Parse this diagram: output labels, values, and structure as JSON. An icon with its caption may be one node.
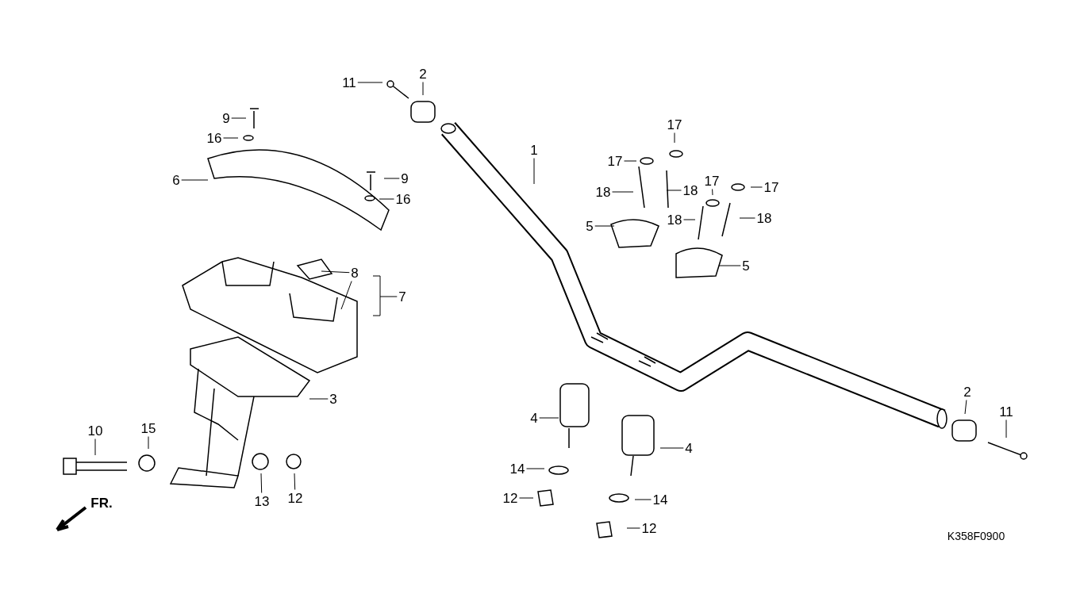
{
  "diagram": {
    "nodes": [
      {
        "text": [
          "11"
        ]
      },
      {
        "text": [
          "2"
        ]
      },
      {
        "text": [
          "9"
        ]
      },
      {
        "text": [
          "16"
        ]
      },
      {
        "text": [
          "6"
        ]
      },
      {
        "text": [
          "9"
        ]
      },
      {
        "text": [
          "16"
        ]
      },
      {
        "text": [
          "1"
        ]
      },
      {
        "text": [
          "17"
        ]
      },
      {
        "text": [
          "17"
        ]
      },
      {
        "text": [
          "18"
        ]
      },
      {
        "text": [
          "18"
        ]
      },
      {
        "text": [
          "17"
        ]
      },
      {
        "text": [
          "17"
        ]
      },
      {
        "text": [
          "5"
        ]
      },
      {
        "text": [
          "18"
        ]
      },
      {
        "text": [
          "18"
        ]
      },
      {
        "text": [
          "8"
        ]
      },
      {
        "text": [
          "7"
        ]
      },
      {
        "text": [
          "5"
        ]
      },
      {
        "text": [
          "3"
        ]
      },
      {
        "text": [
          "10"
        ]
      },
      {
        "text": [
          "15"
        ]
      },
      {
        "text": [
          "4"
        ]
      },
      {
        "text": [
          "13"
        ]
      },
      {
        "text": [
          "12"
        ]
      },
      {
        "text": [
          "14"
        ]
      },
      {
        "text": [
          "4"
        ]
      },
      {
        "text": [
          "12"
        ]
      },
      {
        "text": [
          "14"
        ]
      },
      {
        "text": [
          "12"
        ]
      },
      {
        "text": [
          "2"
        ]
      },
      {
        "text": [
          "11"
        ]
      }
    ],
    "edges": [
      {
        "from": 0,
        "to": null,
        "arrow": "none"
      },
      {
        "from": 1,
        "to": null,
        "arrow": "none"
      },
      {
        "from": 2,
        "to": null,
        "arrow": "none"
      },
      {
        "from": 3,
        "to": null,
        "arrow": "none"
      },
      {
        "from": 4,
        "to": null,
        "arrow": "none"
      },
      {
        "from": 5,
        "to": null,
        "arrow": "none"
      },
      {
        "from": 6,
        "to": null,
        "arrow": "none"
      },
      {
        "from": 7,
        "to": null,
        "arrow": "none"
      },
      {
        "from": 8,
        "to": null,
        "arrow": "none"
      },
      {
        "from": 9,
        "to": null,
        "arrow": "none"
      },
      {
        "from": 10,
        "to": null,
        "arrow": "none"
      },
      {
        "from": 11,
        "to": null,
        "arrow": "none"
      },
      {
        "from": 12,
        "to": null,
        "arrow": "none"
      },
      {
        "from": 13,
        "to": null,
        "arrow": "none"
      },
      {
        "from": 14,
        "to": null,
        "arrow": "none"
      },
      {
        "from": 15,
        "to": null,
        "arrow": "none"
      },
      {
        "from": 16,
        "to": null,
        "arrow": "none"
      },
      {
        "from": 17,
        "to": null,
        "arrow": "none"
      },
      {
        "from": 17,
        "to": null,
        "arrow": "none"
      },
      {
        "from": 18,
        "to": null,
        "arrow": "none"
      },
      {
        "from": 19,
        "to": null,
        "arrow": "none"
      },
      {
        "from": 20,
        "to": null,
        "arrow": "none"
      },
      {
        "from": 21,
        "to": null,
        "arrow": "none"
      },
      {
        "from": 22,
        "to": null,
        "arrow": "none"
      },
      {
        "from": 23,
        "to": null,
        "arrow": "none"
      },
      {
        "from": 24,
        "to": null,
        "arrow": "none"
      },
      {
        "from": 25,
        "to": null,
        "arrow": "none"
      },
      {
        "from": 26,
        "to": null,
        "arrow": "none"
      },
      {
        "from": 27,
        "to": null,
        "arrow": "none"
      },
      {
        "from": 28,
        "to": null,
        "arrow": "none"
      },
      {
        "from": 29,
        "to": null,
        "arrow": "none"
      },
      {
        "from": 30,
        "to": null,
        "arrow": "none"
      },
      {
        "from": 31,
        "to": null,
        "arrow": "none"
      },
      {
        "from": 32,
        "to": null,
        "arrow": "none"
      }
    ],
    "labels": [
      "FR.",
      "K358F0900"
    ]
  }
}
